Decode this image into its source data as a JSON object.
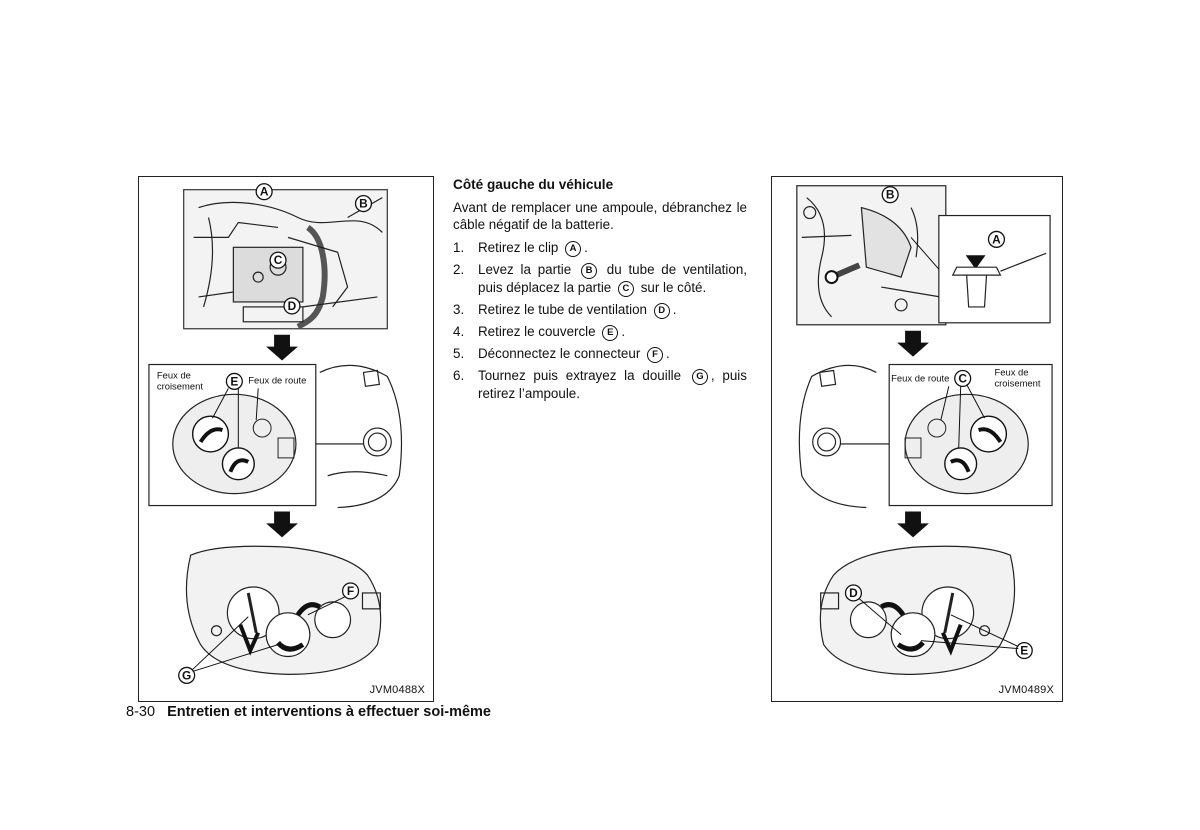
{
  "left_figure": {
    "code": "JVM0488X",
    "label_feux_croisement_1": "Feux de",
    "label_feux_croisement_2": "croisement",
    "label_feux_route": "Feux de route",
    "callouts": [
      "A",
      "B",
      "C",
      "D",
      "E",
      "F",
      "G"
    ]
  },
  "right_figure": {
    "code": "JVM0489X",
    "label_feux_route": "Feux de route",
    "label_feux_croisement_1": "Feux de",
    "label_feux_croisement_2": "croisement",
    "callouts": [
      "A",
      "B",
      "C",
      "D",
      "E"
    ]
  },
  "text": {
    "title": "Côté gauche du véhicule",
    "intro": "Avant de remplacer une ampoule, débranchez le câble négatif de la batterie.",
    "steps": [
      {
        "num": "1.",
        "a": "Retirez le clip",
        "badge": "A",
        "b": "."
      },
      {
        "num": "2.",
        "a": "Levez la partie",
        "badge": "B",
        "b": "du tube de ventilation, puis déplacez la partie",
        "badge2": "C",
        "c": "sur le côté."
      },
      {
        "num": "3.",
        "a": "Retirez le tube de ventilation",
        "badge": "D",
        "b": "."
      },
      {
        "num": "4.",
        "a": "Retirez le couvercle",
        "badge": "E",
        "b": "."
      },
      {
        "num": "5.",
        "a": "Déconnectez le connecteur",
        "badge": "F",
        "b": "."
      },
      {
        "num": "6.",
        "a": "Tournez puis extrayez la douille",
        "badge": "G",
        "b": ", puis retirez l’ampoule."
      }
    ]
  },
  "footer": {
    "page": "8-30",
    "section": "Entretien et interventions à effectuer soi-même"
  }
}
